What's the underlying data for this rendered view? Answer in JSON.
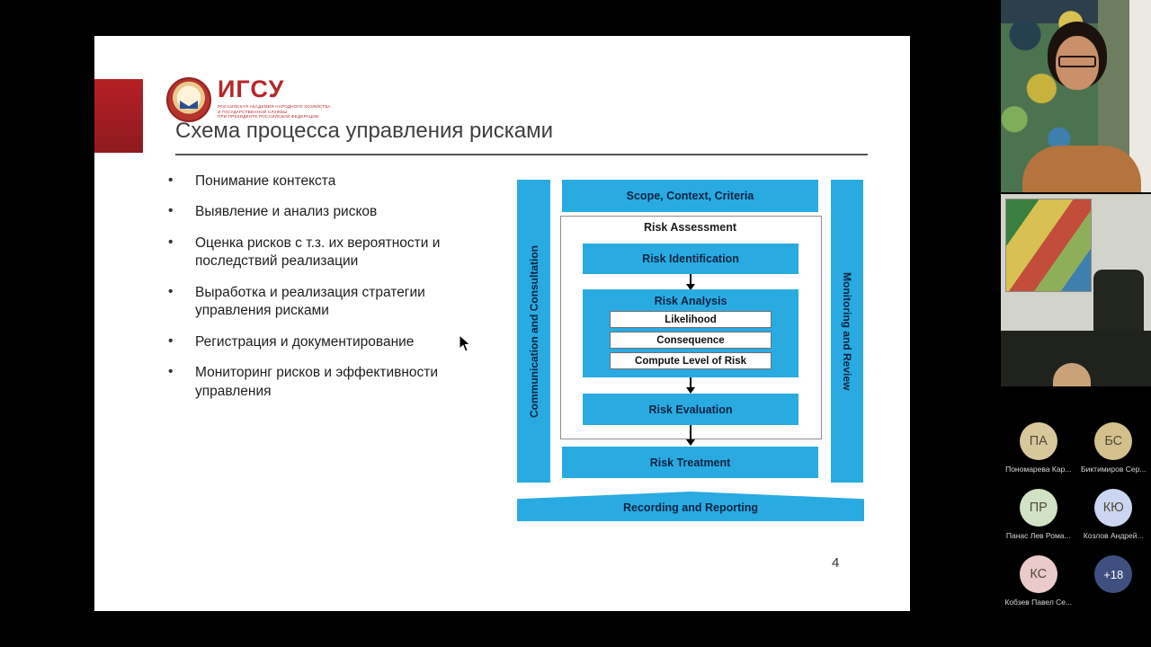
{
  "slide": {
    "logo": {
      "acronym": "ИГСУ",
      "org_lines": [
        "РОССИЙСКАЯ АКАДЕМИЯ НАРОДНОГО ХОЗЯЙСТВА",
        "И ГОСУДАРСТВЕННОЙ СЛУЖБЫ",
        "ПРИ ПРЕЗИДЕНТЕ РОССИЙСКОЙ ФЕДЕРАЦИИ"
      ]
    },
    "title": "Схема процесса управления рисками",
    "bullets": [
      "Понимание контекста",
      "Выявление и анализ рисков",
      "Оценка рисков с т.з. их вероятности и последствий реализации",
      "Выработка и реализация стратегии управления рисками",
      "Регистрация и документирование",
      "Мониторинг рисков и эффективности управления"
    ],
    "page_number": "4"
  },
  "diagram": {
    "accent_color": "#29abe2",
    "communication_bar": "Communication and Consultation",
    "monitoring_bar": "Monitoring and Review",
    "scope_box": "Scope, Context, Criteria",
    "assessment_label": "Risk Assessment",
    "identification": "Risk Identification",
    "analysis": "Risk Analysis",
    "likelihood": "Likelihood",
    "consequence": "Consequence",
    "compute_level": "Compute Level of Risk",
    "evaluation": "Risk Evaluation",
    "treatment": "Risk Treatment",
    "recording": "Recording and Reporting"
  },
  "participants": {
    "avatars": [
      {
        "initials": "ПА",
        "name": "Пономарева Кар...",
        "color": "#d8c79a"
      },
      {
        "initials": "БС",
        "name": "Биктимиров Сер...",
        "color": "#d4c08c"
      },
      {
        "initials": "ПР",
        "name": "Панас Лев Рома...",
        "color": "#d2e2c4"
      },
      {
        "initials": "КЮ",
        "name": "Козлов Андрей...",
        "color": "#ccd6f2"
      },
      {
        "initials": "КС",
        "name": "Кобзев Павел Се...",
        "color": "#eacaca"
      },
      {
        "initials": "+18",
        "name": "",
        "color": "#3f4f7f"
      }
    ]
  }
}
